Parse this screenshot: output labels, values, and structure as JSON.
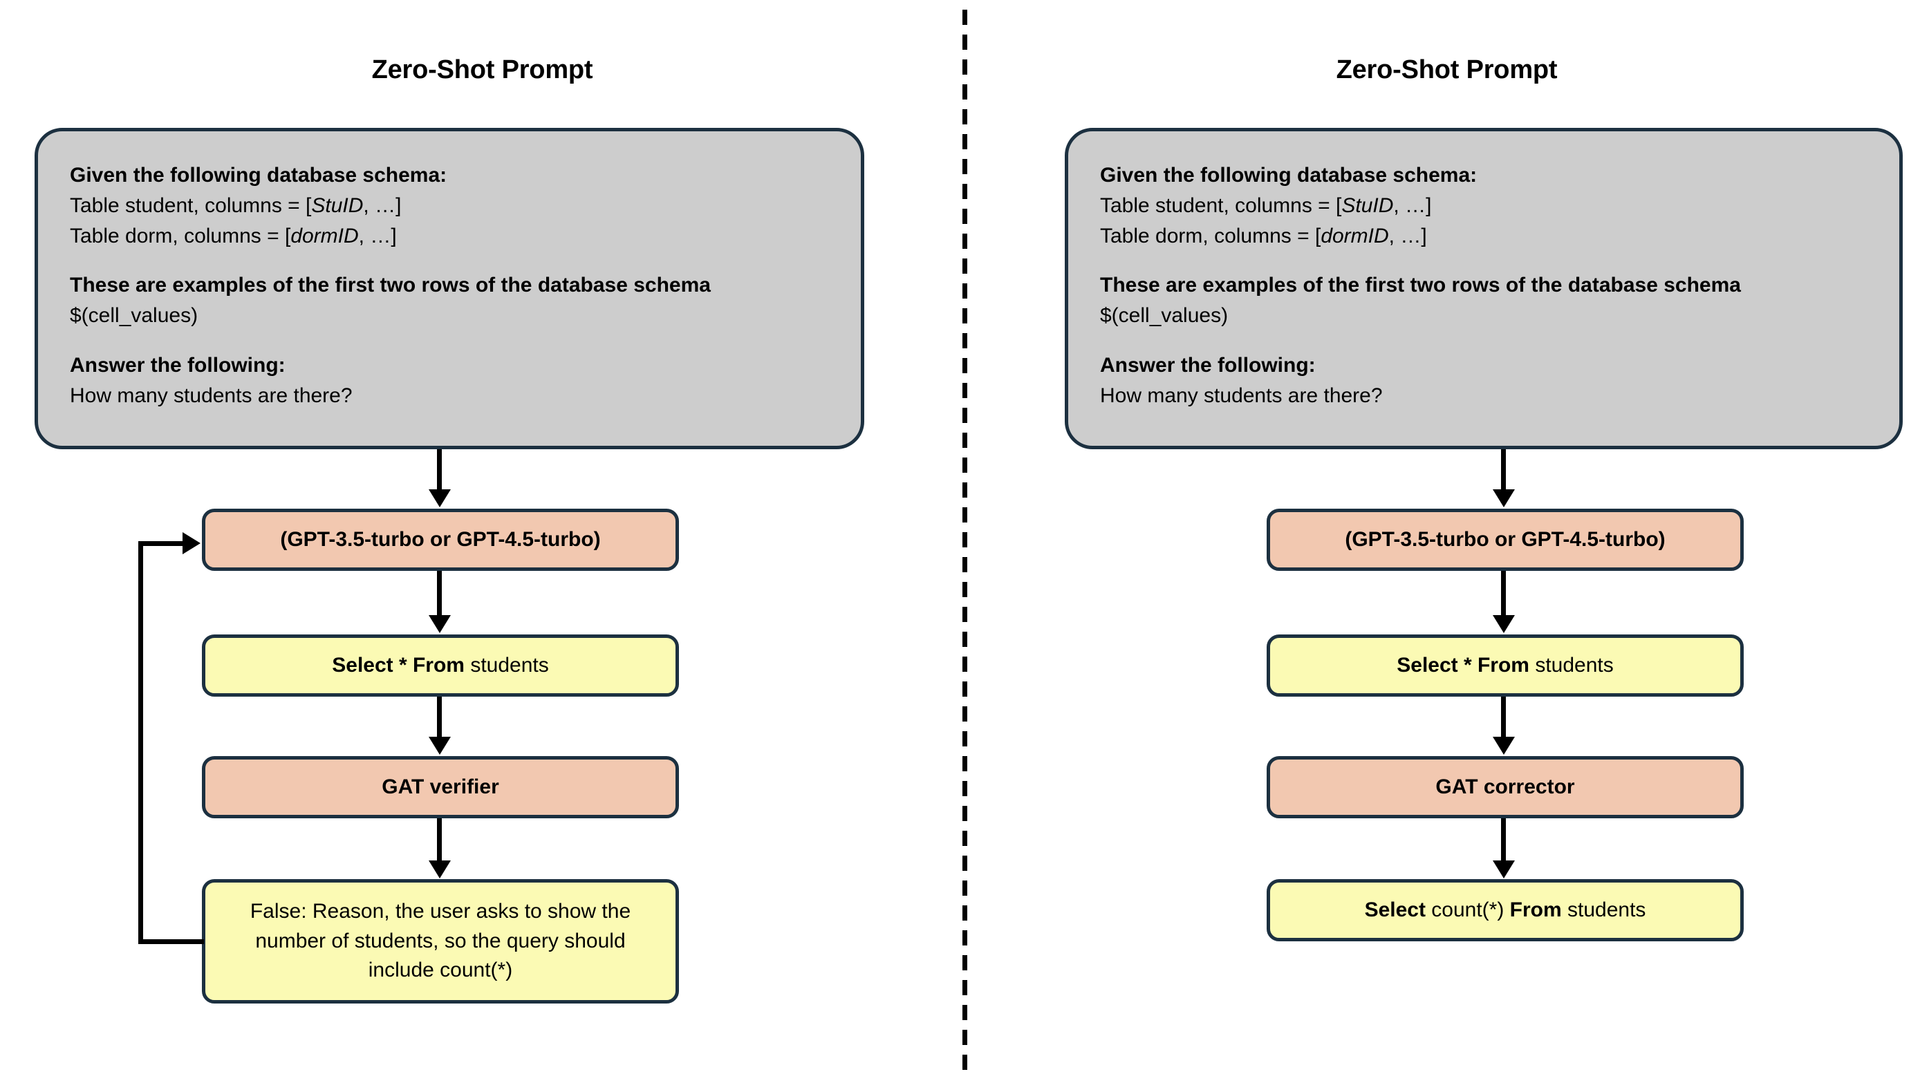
{
  "divider": {
    "style": "vertical-dashed"
  },
  "colors": {
    "box_border": "#1c3040",
    "prompt_fill": "#cdcdcd",
    "model_fill": "#f2c8b0",
    "sql_fill": "#fbfab4",
    "connector": "#000000",
    "background": "#ffffff"
  },
  "left_panel": {
    "title": "Zero-Shot Prompt",
    "prompt": {
      "line_schema_header": "Given the following database schema:",
      "line_table_student_pre": "Table student, columns = [",
      "line_table_student_italic": "StuID",
      "line_table_student_post": ", …]",
      "line_table_dorm_pre": "Table dorm, columns = [",
      "line_table_dorm_italic": "dormID",
      "line_table_dorm_post": ", …]",
      "line_examples_header": "These are examples of the first two rows of the database schema",
      "line_cell_values": "$(cell_values)",
      "line_answer_header": "Answer the following:",
      "line_question": "How many students are there?"
    },
    "nodes": {
      "model": "(GPT-3.5-turbo or GPT-4.5-turbo)",
      "sql_bold": "Select * From",
      "sql_rest": " students",
      "module": "GAT verifier",
      "feedback": "False: Reason, the user asks to show the number of students, so the query should include count(*)"
    },
    "edges": [
      {
        "from": "prompt",
        "to": "model",
        "type": "arrow-down"
      },
      {
        "from": "model",
        "to": "sql",
        "type": "arrow-down"
      },
      {
        "from": "sql",
        "to": "module",
        "type": "arrow-down"
      },
      {
        "from": "module",
        "to": "feedback",
        "type": "arrow-down"
      },
      {
        "from": "feedback",
        "to": "model",
        "type": "feedback-loop-left"
      }
    ]
  },
  "right_panel": {
    "title": "Zero-Shot Prompt",
    "prompt": {
      "line_schema_header": "Given the following database schema:",
      "line_table_student_pre": "Table student, columns = [",
      "line_table_student_italic": "StuID",
      "line_table_student_post": ", …]",
      "line_table_dorm_pre": "Table dorm, columns = [",
      "line_table_dorm_italic": "dormID",
      "line_table_dorm_post": ", …]",
      "line_examples_header": "These are examples of the first two rows of the database schema",
      "line_cell_values": "$(cell_values)",
      "line_answer_header": "Answer the following:",
      "line_question": "How many students are there?"
    },
    "nodes": {
      "model": "(GPT-3.5-turbo or GPT-4.5-turbo)",
      "sql_bold": "Select * From",
      "sql_rest": " students",
      "module": "GAT corrector",
      "result_bold_1": "Select",
      "result_mid": " count(*) ",
      "result_bold_2": "From",
      "result_rest": " students"
    },
    "edges": [
      {
        "from": "prompt",
        "to": "model",
        "type": "arrow-down"
      },
      {
        "from": "model",
        "to": "sql",
        "type": "arrow-down"
      },
      {
        "from": "sql",
        "to": "module",
        "type": "arrow-down"
      },
      {
        "from": "module",
        "to": "result",
        "type": "arrow-down"
      }
    ]
  }
}
